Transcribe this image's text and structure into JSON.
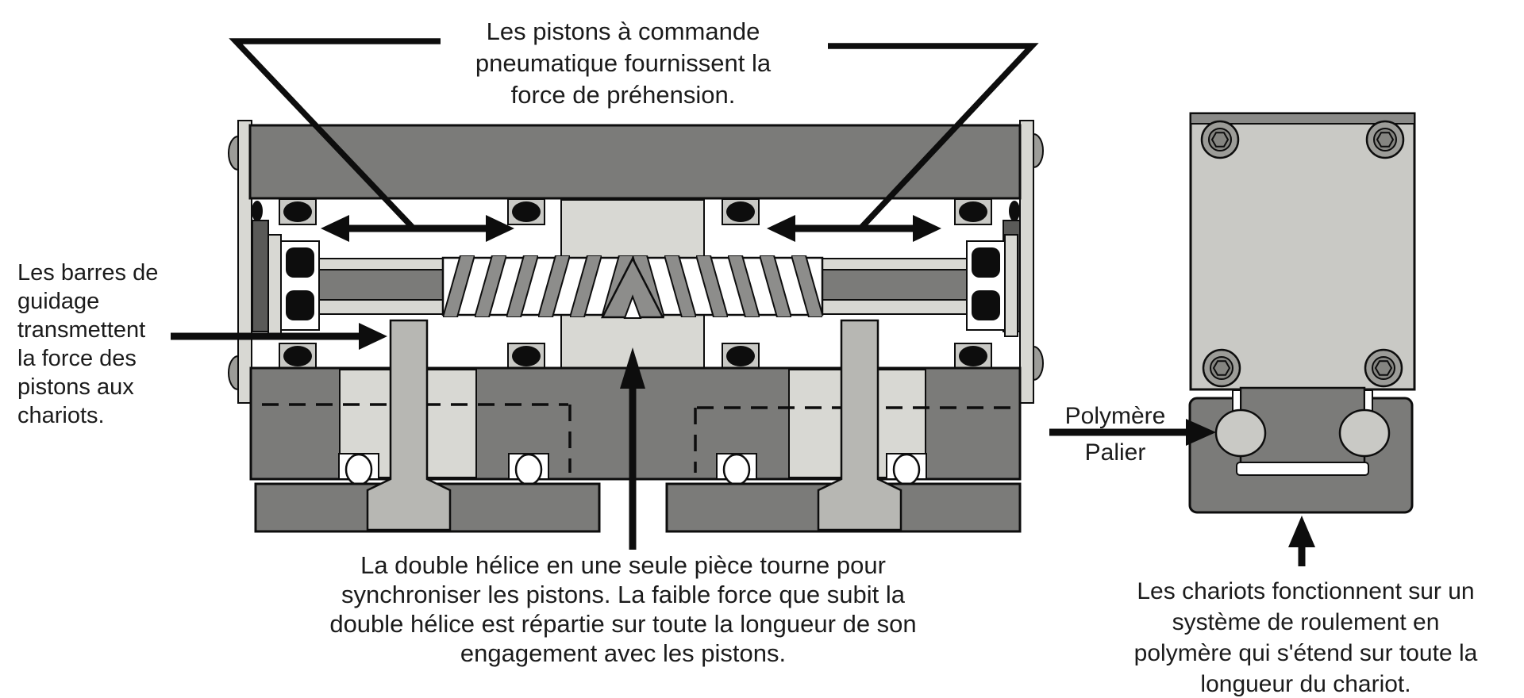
{
  "labels": {
    "top": {
      "lines": [
        "Les pistons à commande",
        "pneumatique fournissent la",
        "force de préhension."
      ]
    },
    "left": {
      "lines": [
        "Les barres de",
        "guidage",
        "transmettent",
        "la force des",
        "pistons aux",
        "chariots."
      ]
    },
    "bottom_center": {
      "lines": [
        "La double hélice en une seule pièce tourne pour",
        "synchroniser les pistons. La faible force que subit la",
        "double hélice est répartie sur toute la longueur de son",
        "engagement avec les pistons."
      ]
    },
    "polymer": {
      "line1": "Polymère",
      "line2": "Palier"
    },
    "bottom_right": {
      "lines": [
        "Les chariots fonctionnent sur un",
        "système de roulement en",
        "polymère qui s'étend sur toute la",
        "longueur du chariot."
      ]
    }
  },
  "colors": {
    "mid": "#7b7b79",
    "dark": "#5a5a58",
    "light": "#d8d8d3",
    "lighter": "#c9c9c5",
    "bar": "#b7b7b3",
    "teeth": "#8d8d8b",
    "strip": "#8a8a88",
    "screw_outer": "#9c9c98",
    "screw_inner": "#858581",
    "black": "#0d0d0d",
    "white": "#ffffff",
    "text": "#1b1b1b"
  }
}
